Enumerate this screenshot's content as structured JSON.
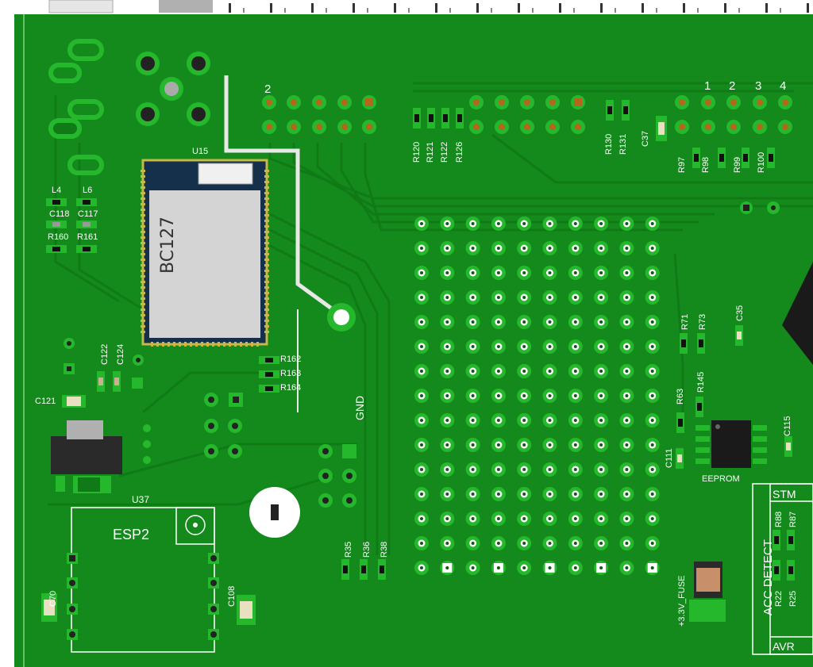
{
  "board": {
    "colors": {
      "substrate": "#148a1c",
      "copper": "#26b82c",
      "trace": "#0f7a16",
      "silkscreen": "#ffffff",
      "pad_copper": "#b5651d"
    },
    "bt_module": {
      "designator": "U15",
      "label": "BC127"
    },
    "wifi_module": {
      "designator": "U37",
      "label": "ESP2"
    },
    "eeprom_label": "EEPROM",
    "gnd_label": "GND",
    "fuse_label": "+3.3V_FUSE",
    "acc_detect_label": "ACC DETECT",
    "stm_label": "STM",
    "avr_label": "AVR",
    "header_numbers": [
      "2",
      "1",
      "2",
      "3",
      "4"
    ],
    "resistors_top": [
      "R120",
      "R121",
      "R122",
      "R126",
      "R130",
      "R131"
    ],
    "resistors_right": [
      "R97",
      "R98",
      "R99",
      "R100"
    ],
    "inductors": [
      "L4",
      "L6"
    ],
    "caps_left": [
      "C118",
      "C117"
    ],
    "resistors_left": [
      "R160",
      "R161"
    ],
    "resistors_mid": [
      "R162",
      "R163",
      "R164"
    ],
    "caps_mid_left": [
      "C122",
      "C124",
      "C121"
    ],
    "resistors_bottom": [
      "R35",
      "R36",
      "R38"
    ],
    "eeprom_area": [
      "R71",
      "R73",
      "C35",
      "R145",
      "R63",
      "C115",
      "C111"
    ],
    "acc_parts": [
      "R88",
      "R87",
      "R22",
      "R25"
    ],
    "caps_bottom": [
      "C37",
      "C70",
      "C108"
    ]
  }
}
